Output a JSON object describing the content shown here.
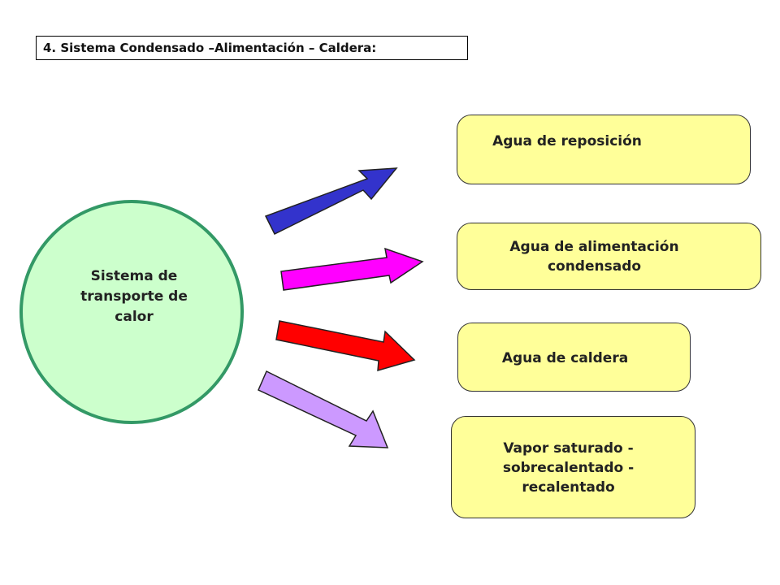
{
  "title": "4. Sistema Condensado –Alimentación – Caldera:",
  "source_node": {
    "lines": [
      "Sistema de",
      "transporte de",
      "calor"
    ],
    "fill": "#ccffcc",
    "stroke": "#339966"
  },
  "targets": [
    {
      "lines": [
        "Agua de reposición"
      ],
      "arrow_color": "#3333cc"
    },
    {
      "lines": [
        "Agua de alimentación",
        "condensado"
      ],
      "arrow_color": "#ff00ff"
    },
    {
      "lines": [
        "Agua de caldera"
      ],
      "arrow_color": "#ff0000"
    },
    {
      "lines": [
        "Vapor saturado -",
        "sobrecalentado -",
        "recalentado"
      ],
      "arrow_color": "#cc99ff"
    }
  ],
  "node_fill": "#ffff99"
}
